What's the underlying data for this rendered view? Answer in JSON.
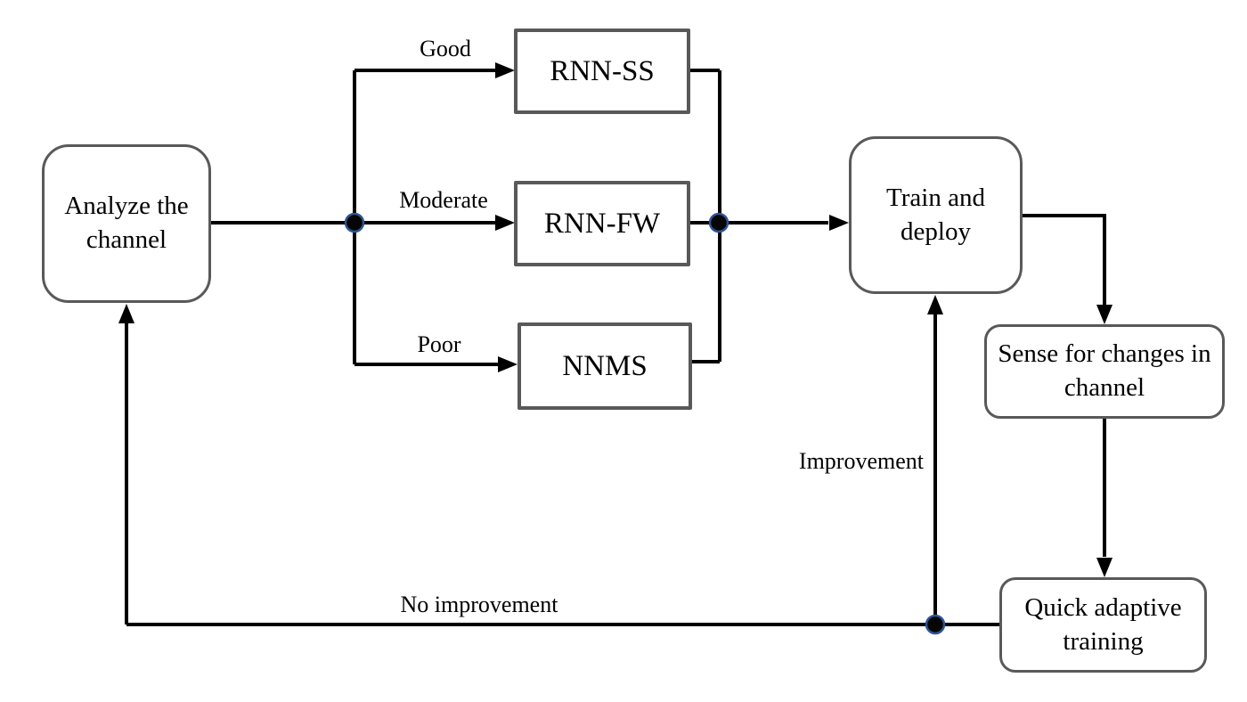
{
  "diagram": {
    "nodes": {
      "analyze": {
        "label": "Analyze the channel"
      },
      "rnn_ss": {
        "label": "RNN-SS"
      },
      "rnn_fw": {
        "label": "RNN-FW"
      },
      "nnms": {
        "label": "NNMS"
      },
      "train": {
        "label": "Train and deploy"
      },
      "sense": {
        "label": "Sense for changes in channel"
      },
      "quick": {
        "label": "Quick adaptive training"
      }
    },
    "edge_labels": {
      "good": "Good",
      "moderate": "Moderate",
      "poor": "Poor",
      "improvement": "Improvement",
      "no_improvement": "No improvement"
    },
    "edges": [
      {
        "from": "analyze",
        "to": "rnn_ss",
        "label": "Good"
      },
      {
        "from": "analyze",
        "to": "rnn_fw",
        "label": "Moderate"
      },
      {
        "from": "analyze",
        "to": "nnms",
        "label": "Poor"
      },
      {
        "from": "rnn_ss",
        "to": "train",
        "label": ""
      },
      {
        "from": "rnn_fw",
        "to": "train",
        "label": ""
      },
      {
        "from": "nnms",
        "to": "train",
        "label": ""
      },
      {
        "from": "train",
        "to": "sense",
        "label": ""
      },
      {
        "from": "sense",
        "to": "quick",
        "label": ""
      },
      {
        "from": "quick",
        "to": "train",
        "label": "Improvement"
      },
      {
        "from": "quick",
        "to": "analyze",
        "label": "No improvement"
      }
    ],
    "colors": {
      "background": "#ffffff",
      "node_border": "#595959",
      "node_fill": "#ffffff",
      "line": "#000000",
      "text": "#000000",
      "junction_fill": "#060606",
      "junction_ring": "#2f5496"
    }
  }
}
